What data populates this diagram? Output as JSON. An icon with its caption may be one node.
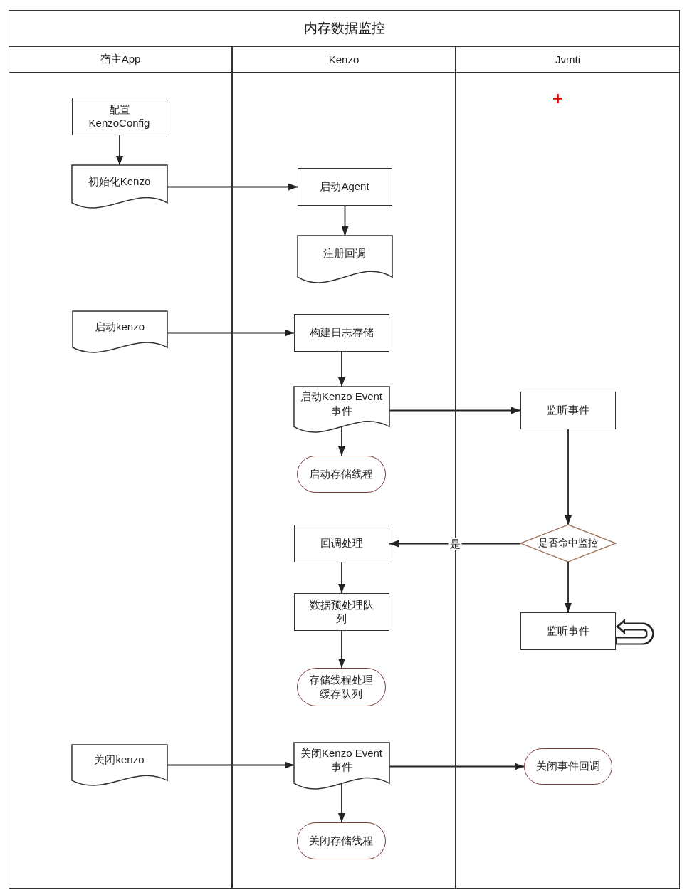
{
  "diagram": {
    "title": "内存数据监控",
    "nodes": [
      {
        "text": [
          "宿主App"
        ]
      },
      {
        "text": [
          "Kenzo"
        ]
      },
      {
        "text": [
          "Jvmti"
        ]
      },
      {
        "text": [
          "配置 KenzoConfig"
        ],
        "in": 0
      },
      {
        "text": [
          "初始化Kenzo"
        ],
        "in": 0
      },
      {
        "text": [
          "启动Agent"
        ],
        "in": 1
      },
      {
        "text": [
          "注册回调"
        ],
        "in": 1
      },
      {
        "text": [
          "启动kenzo"
        ],
        "in": 0
      },
      {
        "text": [
          "构建日志存储"
        ],
        "in": 1
      },
      {
        "text": [
          "启动Kenzo Event 事件"
        ],
        "in": 1
      },
      {
        "text": [
          "监听事件"
        ],
        "in": 2
      },
      {
        "text": [
          "启动存储线程"
        ],
        "in": 1
      },
      {
        "text": [
          "回调处理"
        ],
        "in": 1
      },
      {
        "text": [
          "是否命中监控"
        ],
        "in": 2
      },
      {
        "text": [
          "数据预处理队列"
        ],
        "in": 1
      },
      {
        "text": [
          "监听事件"
        ],
        "in": 2
      },
      {
        "text": [
          "存储线程处理缓存队列"
        ],
        "in": 1
      },
      {
        "text": [
          "关闭kenzo"
        ],
        "in": 0
      },
      {
        "text": [
          "关闭Kenzo Event 事件"
        ],
        "in": 1
      },
      {
        "text": [
          "关闭事件回调"
        ],
        "in": 2
      },
      {
        "text": [
          "关闭存储线程"
        ],
        "in": 1
      }
    ],
    "edges": [
      {
        "from": 3,
        "to": 4,
        "arrow": "to"
      },
      {
        "from": 4,
        "to": 5,
        "arrow": "to"
      },
      {
        "from": 5,
        "to": 6,
        "arrow": "to"
      },
      {
        "from": 7,
        "to": 8,
        "arrow": "to"
      },
      {
        "from": 8,
        "to": 9,
        "arrow": "to"
      },
      {
        "from": 9,
        "to": 10,
        "arrow": "to"
      },
      {
        "from": 9,
        "to": 11,
        "arrow": "to"
      },
      {
        "from": 10,
        "to": 13,
        "arrow": "to"
      },
      {
        "from": 13,
        "to": 12,
        "arrow": "to",
        "label": "是"
      },
      {
        "from": 12,
        "to": 14,
        "arrow": "to"
      },
      {
        "from": 13,
        "to": 15,
        "arrow": "to"
      },
      {
        "from": 15,
        "to": 15,
        "arrow": "to",
        "style": "thick"
      },
      {
        "from": 14,
        "to": 16,
        "arrow": "to"
      },
      {
        "from": 17,
        "to": 18,
        "arrow": "to"
      },
      {
        "from": 18,
        "to": 19,
        "arrow": "to"
      },
      {
        "from": 18,
        "to": 20,
        "arrow": "to"
      }
    ]
  }
}
